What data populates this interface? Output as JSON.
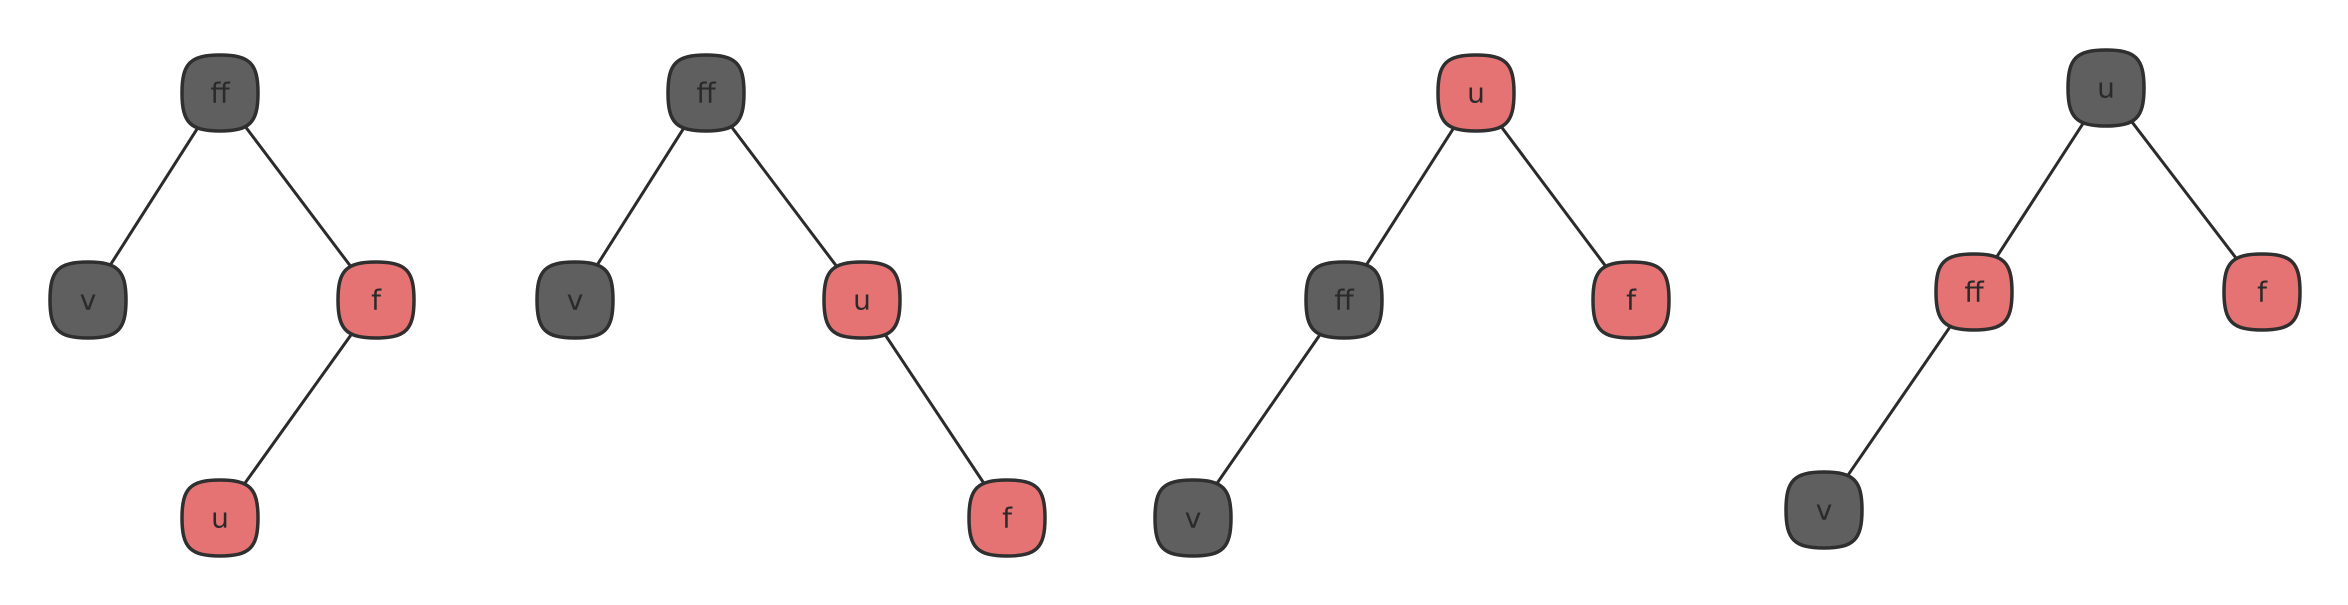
{
  "colors": {
    "black_node": "#5f5f5f",
    "red_node": "#e57373"
  },
  "trees": [
    {
      "nodes": [
        {
          "id": "t1-ff",
          "label": "ff",
          "color": "black"
        },
        {
          "id": "t1-v",
          "label": "v",
          "color": "black"
        },
        {
          "id": "t1-f",
          "label": "f",
          "color": "red"
        },
        {
          "id": "t1-u",
          "label": "u",
          "color": "red"
        }
      ],
      "edges": [
        [
          "t1-ff",
          "t1-v"
        ],
        [
          "t1-ff",
          "t1-f"
        ],
        [
          "t1-f",
          "t1-u"
        ]
      ]
    },
    {
      "nodes": [
        {
          "id": "t2-ff",
          "label": "ff",
          "color": "black"
        },
        {
          "id": "t2-v",
          "label": "v",
          "color": "black"
        },
        {
          "id": "t2-u",
          "label": "u",
          "color": "red"
        },
        {
          "id": "t2-f",
          "label": "f",
          "color": "red"
        }
      ],
      "edges": [
        [
          "t2-ff",
          "t2-v"
        ],
        [
          "t2-ff",
          "t2-u"
        ],
        [
          "t2-u",
          "t2-f"
        ]
      ]
    },
    {
      "nodes": [
        {
          "id": "t3-u",
          "label": "u",
          "color": "red"
        },
        {
          "id": "t3-ff",
          "label": "ff",
          "color": "black"
        },
        {
          "id": "t3-f",
          "label": "f",
          "color": "red"
        },
        {
          "id": "t3-v",
          "label": "v",
          "color": "black"
        }
      ],
      "edges": [
        [
          "t3-u",
          "t3-ff"
        ],
        [
          "t3-u",
          "t3-f"
        ],
        [
          "t3-ff",
          "t3-v"
        ]
      ]
    },
    {
      "nodes": [
        {
          "id": "t4-u",
          "label": "u",
          "color": "black"
        },
        {
          "id": "t4-ff",
          "label": "ff",
          "color": "red"
        },
        {
          "id": "t4-f",
          "label": "f",
          "color": "red"
        },
        {
          "id": "t4-v",
          "label": "v",
          "color": "black"
        }
      ],
      "edges": [
        [
          "t4-u",
          "t4-ff"
        ],
        [
          "t4-u",
          "t4-f"
        ],
        [
          "t4-ff",
          "t4-v"
        ]
      ]
    }
  ]
}
